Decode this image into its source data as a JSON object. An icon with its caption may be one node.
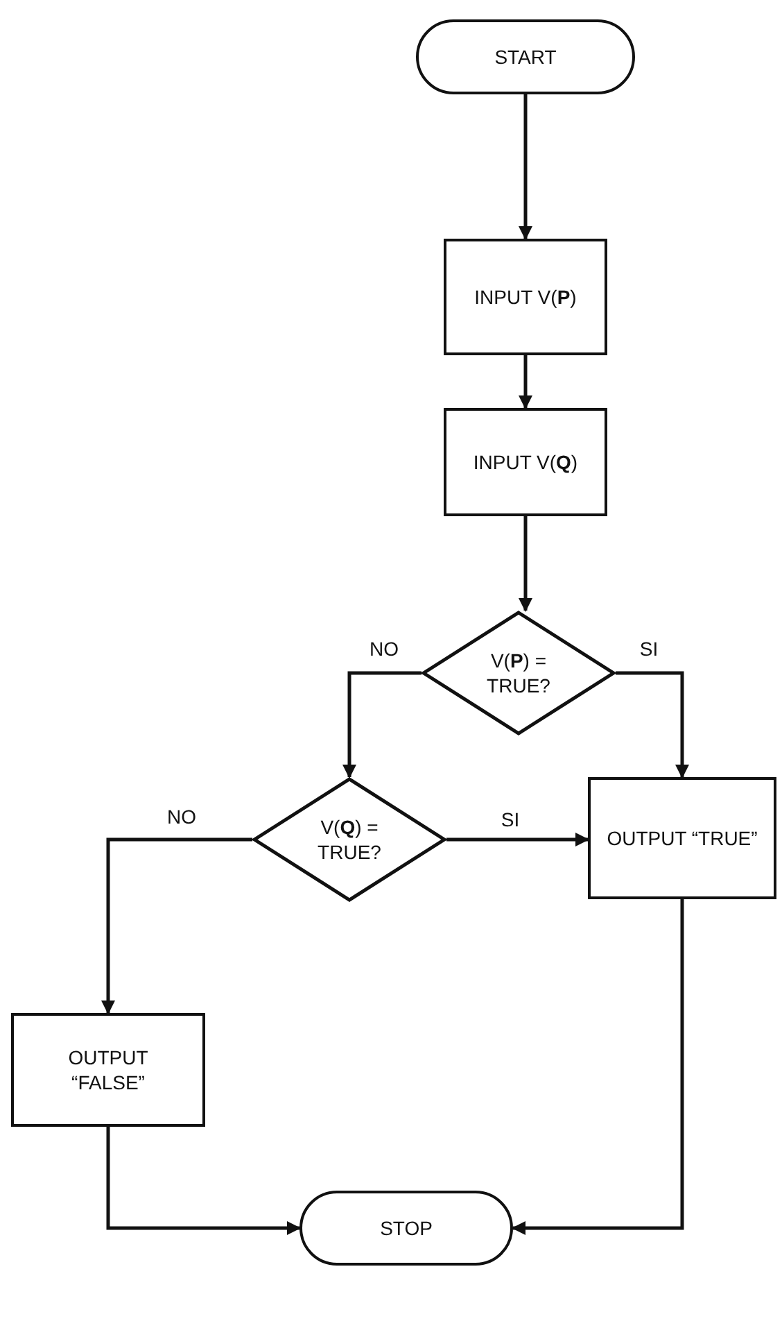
{
  "diagram": {
    "nodes": [
      {
        "text": [
          "START"
        ]
      },
      {
        "text": [
          "INPUT V(**P**)"
        ]
      },
      {
        "text": [
          "INPUT V(**Q**)"
        ]
      },
      {
        "text": [
          "V(**P**) = TRUE?"
        ]
      },
      {
        "text": [
          "V(**Q**) = TRUE?"
        ]
      },
      {
        "text": [
          "OUTPUT “TRUE”"
        ]
      },
      {
        "text": [
          "OUTPUT “FALSE”"
        ]
      },
      {
        "text": [
          "STOP"
        ]
      }
    ],
    "edges": [
      {
        "from": 0,
        "to": 1,
        "arrow": "to"
      },
      {
        "from": 1,
        "to": 2,
        "arrow": "to"
      },
      {
        "from": 2,
        "to": 3,
        "arrow": "to"
      },
      {
        "from": 3,
        "to": 4,
        "arrow": "to",
        "label": "NO"
      },
      {
        "from": 3,
        "to": 5,
        "arrow": "to",
        "label": "SI"
      },
      {
        "from": 4,
        "to": 6,
        "arrow": "to",
        "label": "NO"
      },
      {
        "from": 4,
        "to": 5,
        "arrow": "to",
        "label": "SI"
      },
      {
        "from": 6,
        "to": 7,
        "arrow": "to"
      },
      {
        "from": 5,
        "to": 7,
        "arrow": "to"
      }
    ]
  }
}
